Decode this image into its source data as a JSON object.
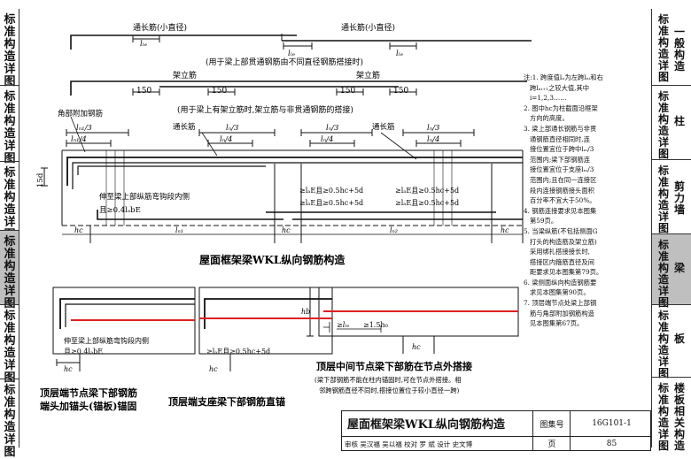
{
  "left_tabs": [
    {
      "label": "标准构造详图",
      "active": false
    },
    {
      "label": "标准构造详图",
      "active": false
    },
    {
      "label": "标准构造详图",
      "active": false
    },
    {
      "label": "标准构造详图",
      "active": true
    },
    {
      "label": "标准构造详图",
      "active": false
    },
    {
      "label": "标准构造详图",
      "active": false
    }
  ],
  "right_tabs": [
    {
      "left": "标准构造详图",
      "right": "一般构造",
      "active": false
    },
    {
      "left": "标准构造详图",
      "right": "柱",
      "active": false
    },
    {
      "left": "标准构造详图",
      "right": "剪力墙",
      "active": false
    },
    {
      "left": "标准构造详图",
      "right": "梁",
      "active": true
    },
    {
      "left": "标准构造详图",
      "right": "板",
      "active": false
    },
    {
      "left": "标准构造详图",
      "right": "楼板相关构造",
      "active": false
    }
  ],
  "top_section": {
    "bar1_label": "通长筋(小直径)",
    "bar2_label": "通长筋(小直径)",
    "lap_label": "lₗₑ",
    "caption1": "(用于梁上部贯通钢筋由不同直径钢筋搭接时)",
    "erect_label": "架立筋",
    "overlap_150": "150",
    "caption2": "(用于梁上有架立筋时,架立筋与非贯通钢筋的搭接)"
  },
  "main_diagram": {
    "corner_bar": "角部附加钢筋",
    "tongchang": "通长筋",
    "ln1_3": "lₙ₁/3",
    "ln1_4": "lₙ₁/4",
    "ln_3": "lₙ/3",
    "ln_4": "lₙ/4",
    "dim_15d": "15d",
    "anchor_note_l1": "伸至梁上部纵筋弯钩段内侧",
    "anchor_note_l2": "且≥0.4lₐbE",
    "cond1a": "≥lₐE且≥0.5hc+5d",
    "cond1b": "≥lₐE且≥0.5hc+5d",
    "cond2a": "≥lₐE且≥0.5hc+5d",
    "cond2b": "≥lₐE且≥0.5hc+5d",
    "hc": "hc",
    "ln1": "lₙ₁",
    "ln2": "lₙ₂",
    "title": "屋面框架梁WKL纵向钢筋构造"
  },
  "bottom_left": {
    "anchor_l1": "伸至梁上部纵筋弯钩段内侧",
    "anchor_l2": "且≥0.4lₐbE",
    "cond": "≥lₐE且≥0.5hc+5d",
    "hc": "hc",
    "title1_l1": "顶层端节点梁下部钢筋",
    "title1_l2": "端头加锚头(锚板)锚固",
    "title2": "顶层端支座梁下部钢筋直锚"
  },
  "bottom_right": {
    "hb": "hb",
    "lle": "≥lₗₑ",
    "dim2": "≥1.5h₀",
    "hc": "hc",
    "title": "顶层中间节点梁下部筋在节点外搭接",
    "note_l1": "(梁下部钢筋不能在柱内锚固时,可在节点外搭接。相",
    "note_l2": "邻跨钢筋直径不同时,搭接位置位于较小直径一跨)"
  },
  "notes": [
    "注:1. 跨度值lₙ为左跨lₙᵢ和右",
    "   跨lₙᵢ₊₁之较大值,其中",
    "   i=1,2,3……",
    "2. 图中hc为柱截面沿框架",
    "   方向的高度。",
    "3. 梁上部通长钢筋与非贯",
    "   通钢筋直径相同时,连",
    "   接位置宜位于跨中lₙᵢ/3",
    "   范围内;梁下部钢筋连",
    "   接位置宜位于支座lₙᵢ/3",
    "   范围内;且在同一连接区",
    "   段内连接钢筋接头面积",
    "   百分率不宜大于50%。",
    "4. 钢筋连接要求见本图集",
    "   第59页。",
    "5. 当梁纵筋(不包括侧面G",
    "   打头的构造筋及架立筋)",
    "   采用绑扎搭接接长时,",
    "   搭接区内箍筋直径及间",
    "   距要求见本图集第79页。",
    "6. 梁侧面纵向构造钢筋要",
    "   求见本图集第90页。",
    "7. 顶层端节点处梁上部钢",
    "   筋与角部附加钢筋构造",
    "   见本图集第67页。"
  ],
  "title_block": {
    "title": "屋面框架梁WKL纵向钢筋构造",
    "atlas_label": "图集号",
    "atlas_no": "16G101-1",
    "row2": "审核 吴汉福 吴以福 校对 罗 斌 设计 史文博",
    "page_label": "页",
    "page_no": "85"
  },
  "colors": {
    "red_bar": "#e02020",
    "line": "#111111",
    "tab_active": "#bfbfbf"
  }
}
